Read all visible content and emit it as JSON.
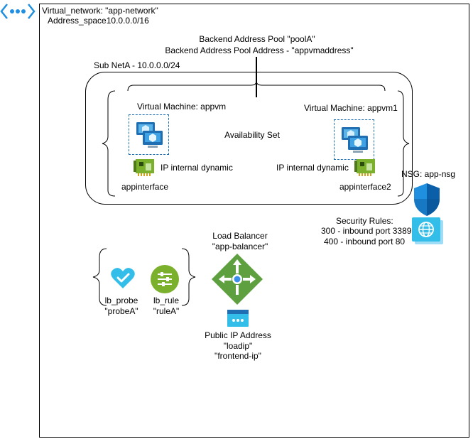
{
  "vnet": {
    "name_line": "Virtual_network: \"app-network\"",
    "address_line": "Address_space10.0.0.0/16",
    "icon": "vnet-icon"
  },
  "backend_pool": {
    "line1": "Backend Address Pool   \"poolA\"",
    "line2": "Backend Address Pool Address - \"appvmaddress\""
  },
  "subnet": {
    "label": "Sub NetA - 10.0.0.0/24"
  },
  "availability_set": {
    "label": "Availability Set"
  },
  "vm1": {
    "title": "Virtual Machine: appvm",
    "ip": "IP internal dynamic",
    "nic": "appinterface",
    "icon": "virtual-machine-icon",
    "nic_icon": "network-interface-icon"
  },
  "vm2": {
    "title": "Virtual Machine: appvm1",
    "ip": "IP internal dynamic",
    "nic": "appinterface2",
    "icon": "virtual-machine-icon",
    "nic_icon": "network-interface-icon"
  },
  "nsg": {
    "title": "NSG: app-nsg",
    "rules_title": "Security Rules:",
    "rule1": "300 - inbound port 3389",
    "rule2": "400 - inbound port 80",
    "icon": "shield-icon",
    "rules_icon": "globe-icon"
  },
  "load_balancer": {
    "title": "Load Balancer",
    "name": "\"app-balancer\"",
    "icon": "load-balancer-icon"
  },
  "probe": {
    "line1": "lb_probe",
    "line2": "\"probeA\"",
    "icon": "heart-check-icon"
  },
  "rule": {
    "line1": "lb_rule",
    "line2": "\"ruleA\"",
    "icon": "sliders-icon"
  },
  "public_ip": {
    "title": "Public IP Address",
    "name": "\"loadip\"",
    "frontend": "\"frontend-ip\"",
    "icon": "public-ip-icon"
  },
  "colors": {
    "azure_blue": "#1f6fb2",
    "lb_green": "#5ea03f",
    "nic_green": "#7ab02c",
    "probe_blue": "#32bee8"
  }
}
